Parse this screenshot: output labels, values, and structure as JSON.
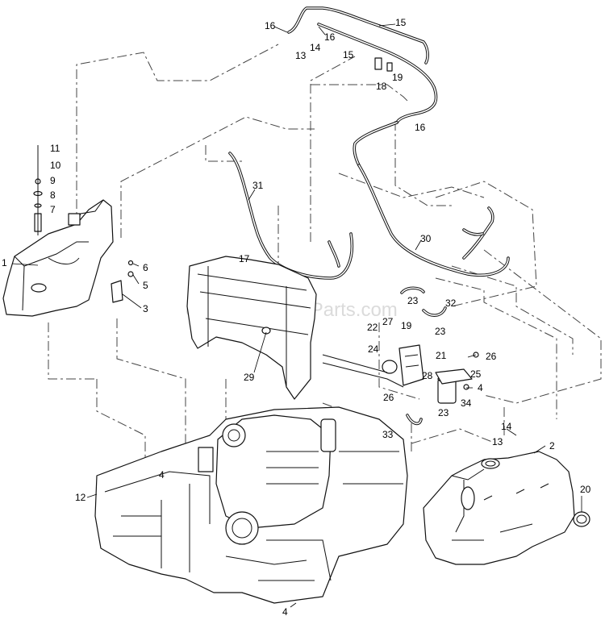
{
  "watermark": "eReplacementParts.com",
  "callouts": [
    {
      "id": "c16a",
      "text": "16"
    },
    {
      "id": "c15a",
      "text": "15"
    },
    {
      "id": "c16b",
      "text": "16"
    },
    {
      "id": "c13a",
      "text": "13"
    },
    {
      "id": "c14a",
      "text": "14"
    },
    {
      "id": "c15b",
      "text": "15"
    },
    {
      "id": "c19a",
      "text": "19"
    },
    {
      "id": "c18",
      "text": "18"
    },
    {
      "id": "c16c",
      "text": "16"
    },
    {
      "id": "c11",
      "text": "11"
    },
    {
      "id": "c10",
      "text": "10"
    },
    {
      "id": "c9",
      "text": "9"
    },
    {
      "id": "c8",
      "text": "8"
    },
    {
      "id": "c7",
      "text": "7"
    },
    {
      "id": "c31",
      "text": "31"
    },
    {
      "id": "c30",
      "text": "30"
    },
    {
      "id": "c1",
      "text": "1"
    },
    {
      "id": "c6",
      "text": "6"
    },
    {
      "id": "c5",
      "text": "5"
    },
    {
      "id": "c3",
      "text": "3"
    },
    {
      "id": "c17",
      "text": "17"
    },
    {
      "id": "c23a",
      "text": "23"
    },
    {
      "id": "c32",
      "text": "32"
    },
    {
      "id": "c22",
      "text": "22"
    },
    {
      "id": "c27",
      "text": "27"
    },
    {
      "id": "c19b",
      "text": "19"
    },
    {
      "id": "c23b",
      "text": "23"
    },
    {
      "id": "c24",
      "text": "24"
    },
    {
      "id": "c21",
      "text": "21"
    },
    {
      "id": "c26a",
      "text": "26"
    },
    {
      "id": "c29",
      "text": "29"
    },
    {
      "id": "c28",
      "text": "28"
    },
    {
      "id": "c25",
      "text": "25"
    },
    {
      "id": "c4a",
      "text": "4"
    },
    {
      "id": "c26b",
      "text": "26"
    },
    {
      "id": "c34",
      "text": "34"
    },
    {
      "id": "c23c",
      "text": "23"
    },
    {
      "id": "c33",
      "text": "33"
    },
    {
      "id": "c14b",
      "text": "14"
    },
    {
      "id": "c13b",
      "text": "13"
    },
    {
      "id": "c2",
      "text": "2"
    },
    {
      "id": "c4b",
      "text": "4"
    },
    {
      "id": "c12",
      "text": "12"
    },
    {
      "id": "c20",
      "text": "20"
    },
    {
      "id": "c4c",
      "text": "4"
    }
  ]
}
